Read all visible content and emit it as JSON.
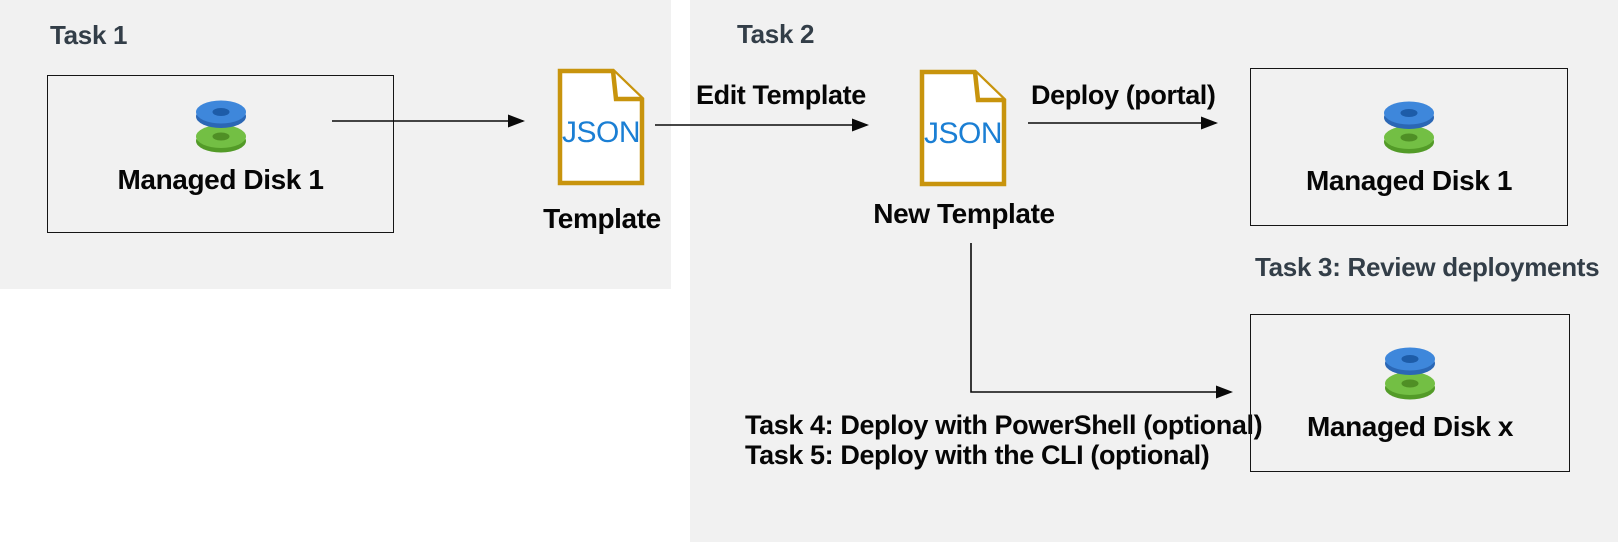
{
  "diagram": {
    "task1": {
      "heading": "Task 1",
      "source_disk_box": {
        "label": "Managed Disk 1"
      },
      "template_file": {
        "file_type": "JSON",
        "caption": "Template"
      }
    },
    "task2": {
      "heading": "Task 2",
      "edit_arrow_label": "Edit Template",
      "new_template_file": {
        "file_type": "JSON",
        "caption": "New Template"
      },
      "deploy_arrow_label": "Deploy (portal)",
      "deployed_disk_box": {
        "label": "Managed Disk 1"
      }
    },
    "task3": {
      "heading": "Task 3: Review deployments",
      "optional_disk_box": {
        "label": "Managed Disk x"
      }
    },
    "task4": {
      "heading": "Task 4: Deploy with PowerShell (optional)"
    },
    "task5": {
      "heading": "Task 5: Deploy with the CLI (optional)"
    },
    "colors": {
      "panel_bg": "#f1f1f1",
      "file_outline_amber": "#c8940d",
      "json_text_blue": "#1b7fd4",
      "heading_slate": "#333e48",
      "body_black": "#060606",
      "disk_blue_top": "#3e87db",
      "disk_blue_side": "#2b67b5",
      "disk_blue_hole": "#1d5ca8",
      "disk_green_top": "#73bf44",
      "disk_green_side": "#539b28",
      "disk_green_hole": "#4f8f25"
    }
  }
}
